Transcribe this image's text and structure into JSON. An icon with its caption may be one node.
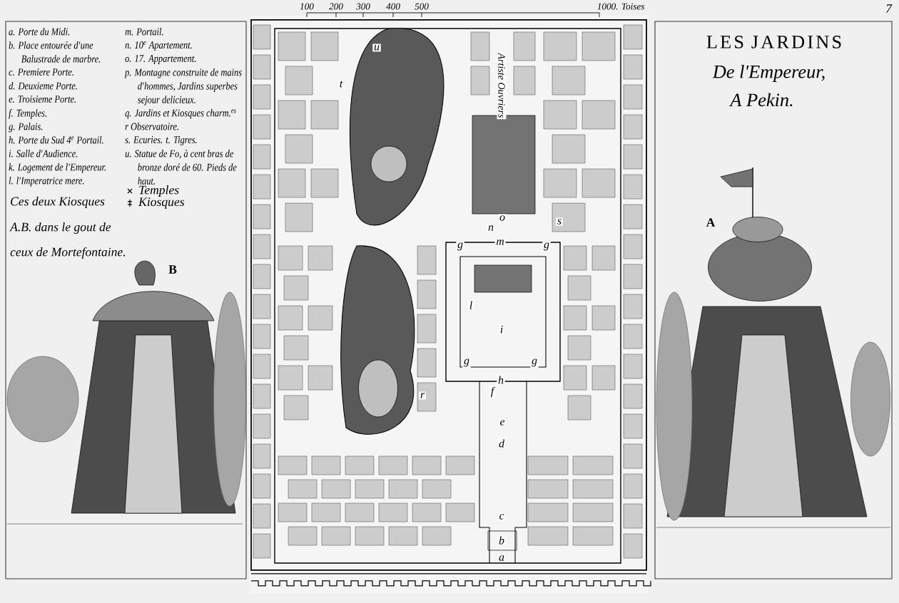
{
  "diagram": {
    "title": "LES JARDINS",
    "labels": [
      "7",
      "a. Porte du Midi.",
      "b. Place entourée d'une Balustrade de marbre.",
      "c. Premiere Porte.",
      "d. Deuxieme Porte.",
      "e. Troisieme Porte.",
      "f. Temples.",
      "g. Palais.",
      "h. Porte du Sud 4$^{e}$ Portail.",
      "i. Salle d'Audience.",
      "k. Logement de l'Empereur.",
      "l. l'Imperatrice mere.",
      "m. Portail.",
      "n. 10$^{e}$ Apartement.",
      "o. 17. Appartement.",
      "p. Montagne construite de mains d'hommes, Jardins superbes sejour delicieux.",
      "q. Jardins et Kiosques charm.$^{es}$",
      "r Observatoire.",
      "s. Ecuries. t. Tigres.",
      "u. Statue de Fo, à cent bras de bronze doré de 60. Pieds de haut.",
      "Ces deux Kiosques",
      "A.B. dans le gout de",
      "ceux de Mortefontaine.",
      "De l'Empereur,",
      "A Pekin.",
      "100",
      "200",
      "300",
      "400",
      "500",
      "1000. Toises",
      "u",
      "t",
      "Artiste Ouvriers",
      "o",
      "n",
      "s",
      "m",
      "g",
      "g",
      "l",
      "i",
      "g",
      "g",
      "h",
      "f",
      "r",
      "e",
      "d",
      "c",
      "b",
      "a",
      "A",
      "B"
    ],
    "legend": [
      {
        "text": "Temples"
      },
      {
        "text": "Kiosques"
      }
    ]
  }
}
